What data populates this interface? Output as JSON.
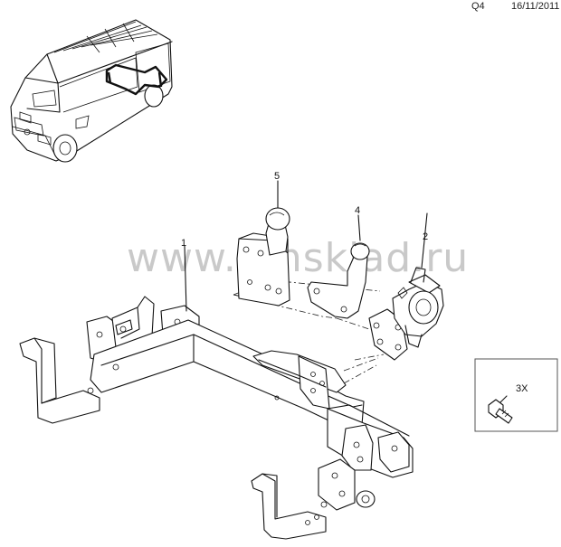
{
  "header": {
    "code": "Q4",
    "date": "16/11/2011"
  },
  "watermark": "www.gmsklad.ru",
  "callouts": {
    "frame": "1",
    "pin_coupling": "2",
    "removable_ball": "4",
    "fixed_ball": "5"
  },
  "fastener": {
    "quantity": "3X"
  }
}
